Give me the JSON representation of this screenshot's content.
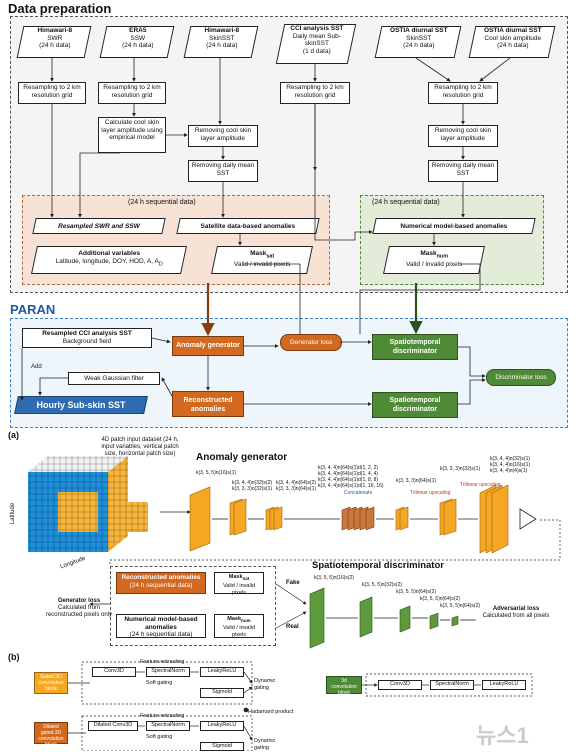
{
  "section_titles": {
    "data_prep": "Data preparation",
    "paran": "PARAN",
    "a": "(a)",
    "b": "(b)"
  },
  "sources": [
    {
      "name": "Himawari-8",
      "var": "SWR",
      "freq": "(24 h data)"
    },
    {
      "name": "ERA5",
      "var": "SSW",
      "freq": "(24 h data)"
    },
    {
      "name": "Himawari-8",
      "var": "SkinSST",
      "freq": "(24 h data)"
    },
    {
      "name": "CCI analysis SST",
      "var": "Daily mean Sub-skinSST",
      "freq": "(1 d data)"
    },
    {
      "name": "OSTIA diurnal SST",
      "var": "SkinSST",
      "freq": "(24 h data)"
    },
    {
      "name": "OSTIA diurnal SST",
      "var": "Cool skin amplitude",
      "freq": "(24 h data)"
    }
  ],
  "process": {
    "resample1": "Resampling to 2 km resolution grid",
    "resample2": "Resampling to 2 km resolution grid",
    "resample3": "Resampling to 2 km resolution grid",
    "resample4": "Resampling to 2 km resolution grid",
    "calc_cool": "Calculate cool skin layer amplitude using empirical model",
    "remove_cool1": "Removing cool skin layer amplitude",
    "remove_cool2": "Removing cool skin layer amplitude",
    "remove_daily1": "Removing daily mean SST",
    "remove_daily2": "Removing daily mean SST"
  },
  "seq_left": {
    "header": "(24 h sequential data)",
    "resampled": "Resampled SWR and SSW",
    "sat_anom": "Satellite data-based anomalies",
    "add_vars_title": "Additional variables",
    "add_vars": "Latitude, longitude, DOY, HOD, A",
    "mask": "Mask",
    "mask_sub": "sat",
    "mask_desc": "Valid / invalid pixels"
  },
  "seq_right": {
    "header": "(24 h sequential data)",
    "num_anom": "Numerical model-based anomalies",
    "mask": "Mask",
    "mask_sub": "num",
    "mask_desc": "Valid / invalid pixels"
  },
  "paran": {
    "cci_title": "Resampled CCI analysis SST",
    "cci_sub": "Background field",
    "add": "Add",
    "anom_gen": "Anomaly generator",
    "gen_loss": "Generator loss",
    "disc1": "Spatiotemporal discriminator",
    "disc2": "Spatiotemporal discriminator",
    "disc_loss": "Discriminator loss",
    "gauss": "Weak Gaussian filter",
    "recon": "Reconstructed anomalies",
    "hourly": "Hourly Sub-skin SST"
  },
  "panel_a": {
    "patch_desc": "4D patch input dataset (24 h, input variables, vertical patch size, horizontal patch size)",
    "lat": "Latitude",
    "lon": "Longitude",
    "gen_title": "Anomaly generator",
    "disc_title": "Spatiotemporal discriminator",
    "layers_top": [
      "k(3, 5, 5)n(16)s(1)",
      "k(3, 4, 4)n(32)s(2)",
      "k(3, 3, 3)n(32)s(1)",
      "k(3, 4, 4)n(64)s(2)",
      "k(3, 3, 3)n(64)s(1)",
      "k(3, 4, 4)n(64)s(1)d(1, 2, 2)",
      "k(3, 4, 4)n(64)s(1)d(1, 4, 4)",
      "k(3, 4, 4)n(64)s(1)d(1, 8, 8)",
      "k(3, 4, 4)n(64)s(1)d(1, 16, 16)",
      "k(3, 3, 3)n(64)s(1)",
      "k(3, 3, 3)n(32)s(1)",
      "k(3, 4, 4)n(32)s(1)",
      "k(3, 4, 4)n(16)s(1)",
      "k(3, 4, 4)n(4)s(1)"
    ],
    "concat": "Concatenate",
    "trilinear1": "Trilinear upscaling",
    "trilinear2": "Trilinear upscaling",
    "recon": "Reconstructed anomalies",
    "recon_sub": "(24 h sequential data)",
    "num_anom": "Numerical model-based anomalies",
    "num_sub": "(24 h sequential data)",
    "mask_sat": "Mask",
    "mask_sat_sub": "sat",
    "mask_num": "Mask",
    "mask_num_sub": "num",
    "mask_desc": "Valid / invalid pixels",
    "fake": "Fake",
    "real": "Real",
    "gen_loss": "Generator loss",
    "gen_loss_desc": "Calculated from reconstructed pixels only",
    "adv_loss": "Adversarial loss",
    "adv_loss_desc": "Calculated from all pixels",
    "disc_layers": [
      "k(3, 5, 5)n(16)s(2)",
      "k(3, 5, 5)n(32)s(2)",
      "k(3, 5, 5)n(64)s(2)",
      "k(3, 5, 5)n(64)s(2)",
      "k(3, 5, 5)n(64)s(2)"
    ]
  },
  "panel_b": {
    "gated_block": "Gated 3D convolution block",
    "dilated_block": "Dilated gated 3D convolution block",
    "feature": "Feature extracting",
    "soft": "Soft gating",
    "conv3d": "Conv3D",
    "dconv3d": "Dilated Conv3D",
    "specnorm": "SpectralNorm",
    "leaky": "LeakyReLU",
    "sigmoid": "Sigmoid",
    "dynamic": "Dynamic gating",
    "hadamard": "Hadamard product",
    "conv_block": "3d convolution block"
  },
  "watermark": "뉴스1"
}
